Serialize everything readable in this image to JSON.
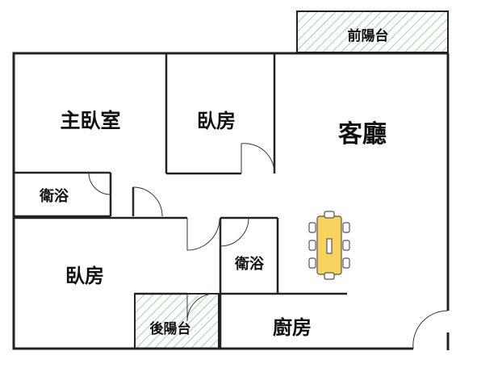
{
  "rooms": {
    "front_balcony": "前陽台",
    "master_bedroom": "主臥室",
    "bedroom_north": "臥房",
    "living_room": "客廳",
    "bathroom_west": "衛浴",
    "bedroom_south": "臥房",
    "bathroom_center": "衛浴",
    "back_balcony": "後陽台",
    "kitchen": "廚房"
  },
  "colors": {
    "wall": "#222222",
    "hatch": "#9fd4a8",
    "table": "#f6d35f",
    "furniture_edge": "#555555"
  },
  "icons": [
    "dining-table-icon",
    "chair-icon",
    "door-swing-icon",
    "hatch-pattern"
  ]
}
